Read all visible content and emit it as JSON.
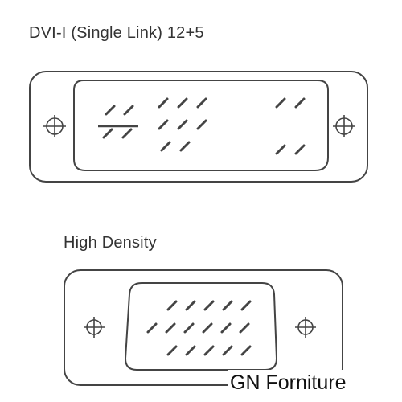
{
  "diagram": {
    "dvi_title": "DVI-I (Single Link) 12+5",
    "hd_title": "High Density"
  },
  "watermark": {
    "text": "GN Forniture"
  },
  "colors": {
    "line": "#444444",
    "text": "#333333",
    "background": "#ffffff"
  },
  "icons": [
    "crosshair-icon"
  ]
}
